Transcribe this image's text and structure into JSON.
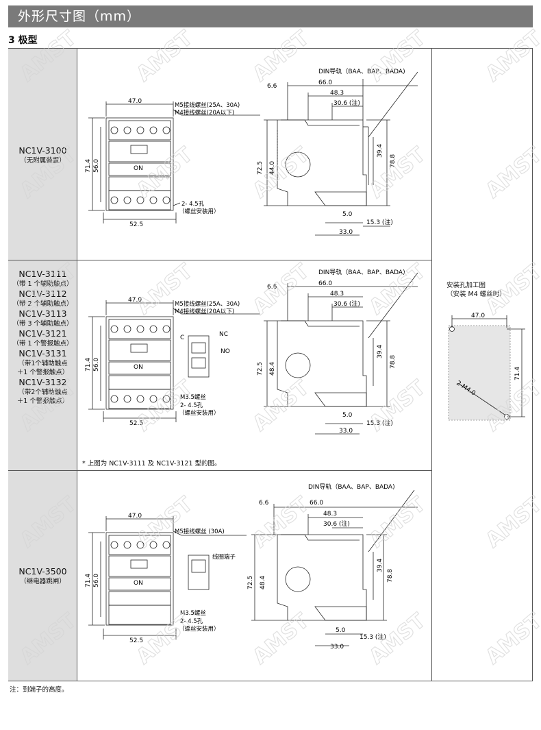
{
  "header": {
    "title": "外形尺寸图（mm）"
  },
  "subtitle": "3 极型",
  "rows": [
    {
      "model_lines": [
        "NC1V-3100"
      ],
      "sub_lines": [
        "（无附属装置）"
      ]
    },
    {
      "entries": [
        {
          "model": "NC1V-3111",
          "sub": "（带 1 个辅助触点）"
        },
        {
          "model": "NC1V-3112",
          "sub": "（带 2 个辅助触点）"
        },
        {
          "model": "NC1V-3113",
          "sub": "（带 3 个辅助触点）"
        },
        {
          "model": "NC1V-3121",
          "sub": "（带 1 个警报触点）"
        },
        {
          "model": "NC1V-3131",
          "sub": "（带1个辅助触点"
        },
        {
          "model": "",
          "sub": "＋1 个警报触点）"
        },
        {
          "model": "NC1V-3132",
          "sub": "（带2个辅助触点"
        },
        {
          "model": "",
          "sub": "＋1 个警报触点）"
        }
      ]
    },
    {
      "model_lines": [
        "NC1V-3500"
      ],
      "sub_lines": [
        "（继电器跳闸）"
      ]
    }
  ],
  "front": {
    "w_top": "47.0",
    "w_bot": "52.5",
    "h_outer": "71.4",
    "h_inner": "56.0",
    "on": "ON",
    "m5_a": "M5接线螺丝(25A、30A)",
    "m4_a": "M4接线螺丝(20A以下)",
    "m5_c": "M5接线螺丝 (30A)",
    "hole": "2- 4.5孔",
    "hole_sub": "（螺丝安装用）",
    "m35": "M3.5螺丝",
    "c": "C",
    "nc": "NC",
    "no": "NO",
    "coil": "线圈端子"
  },
  "side": {
    "din": "DIN导轨（BAA、BAP、BADA)",
    "d66": "66.0",
    "d66l": "6.6",
    "d48": "48.3",
    "d30": "30.6 (注)",
    "h72": "72.5",
    "h44": "44.0",
    "h48": "48.4",
    "h39": "39.4",
    "h78": "78.8",
    "d5": "5.0",
    "d15": "15.3 (注)",
    "d33": "33.0"
  },
  "note": "* 上图为 NC1V-3111 及 NC1V-3121 型的图。",
  "mount": {
    "title1": "安装孔加工图",
    "title2": "（安装 M4 螺丝时）",
    "w": "47.0",
    "h": "71.4",
    "hole": "2-M4.0"
  },
  "footnote": "注：到端子的高度。",
  "watermark": "AMST"
}
